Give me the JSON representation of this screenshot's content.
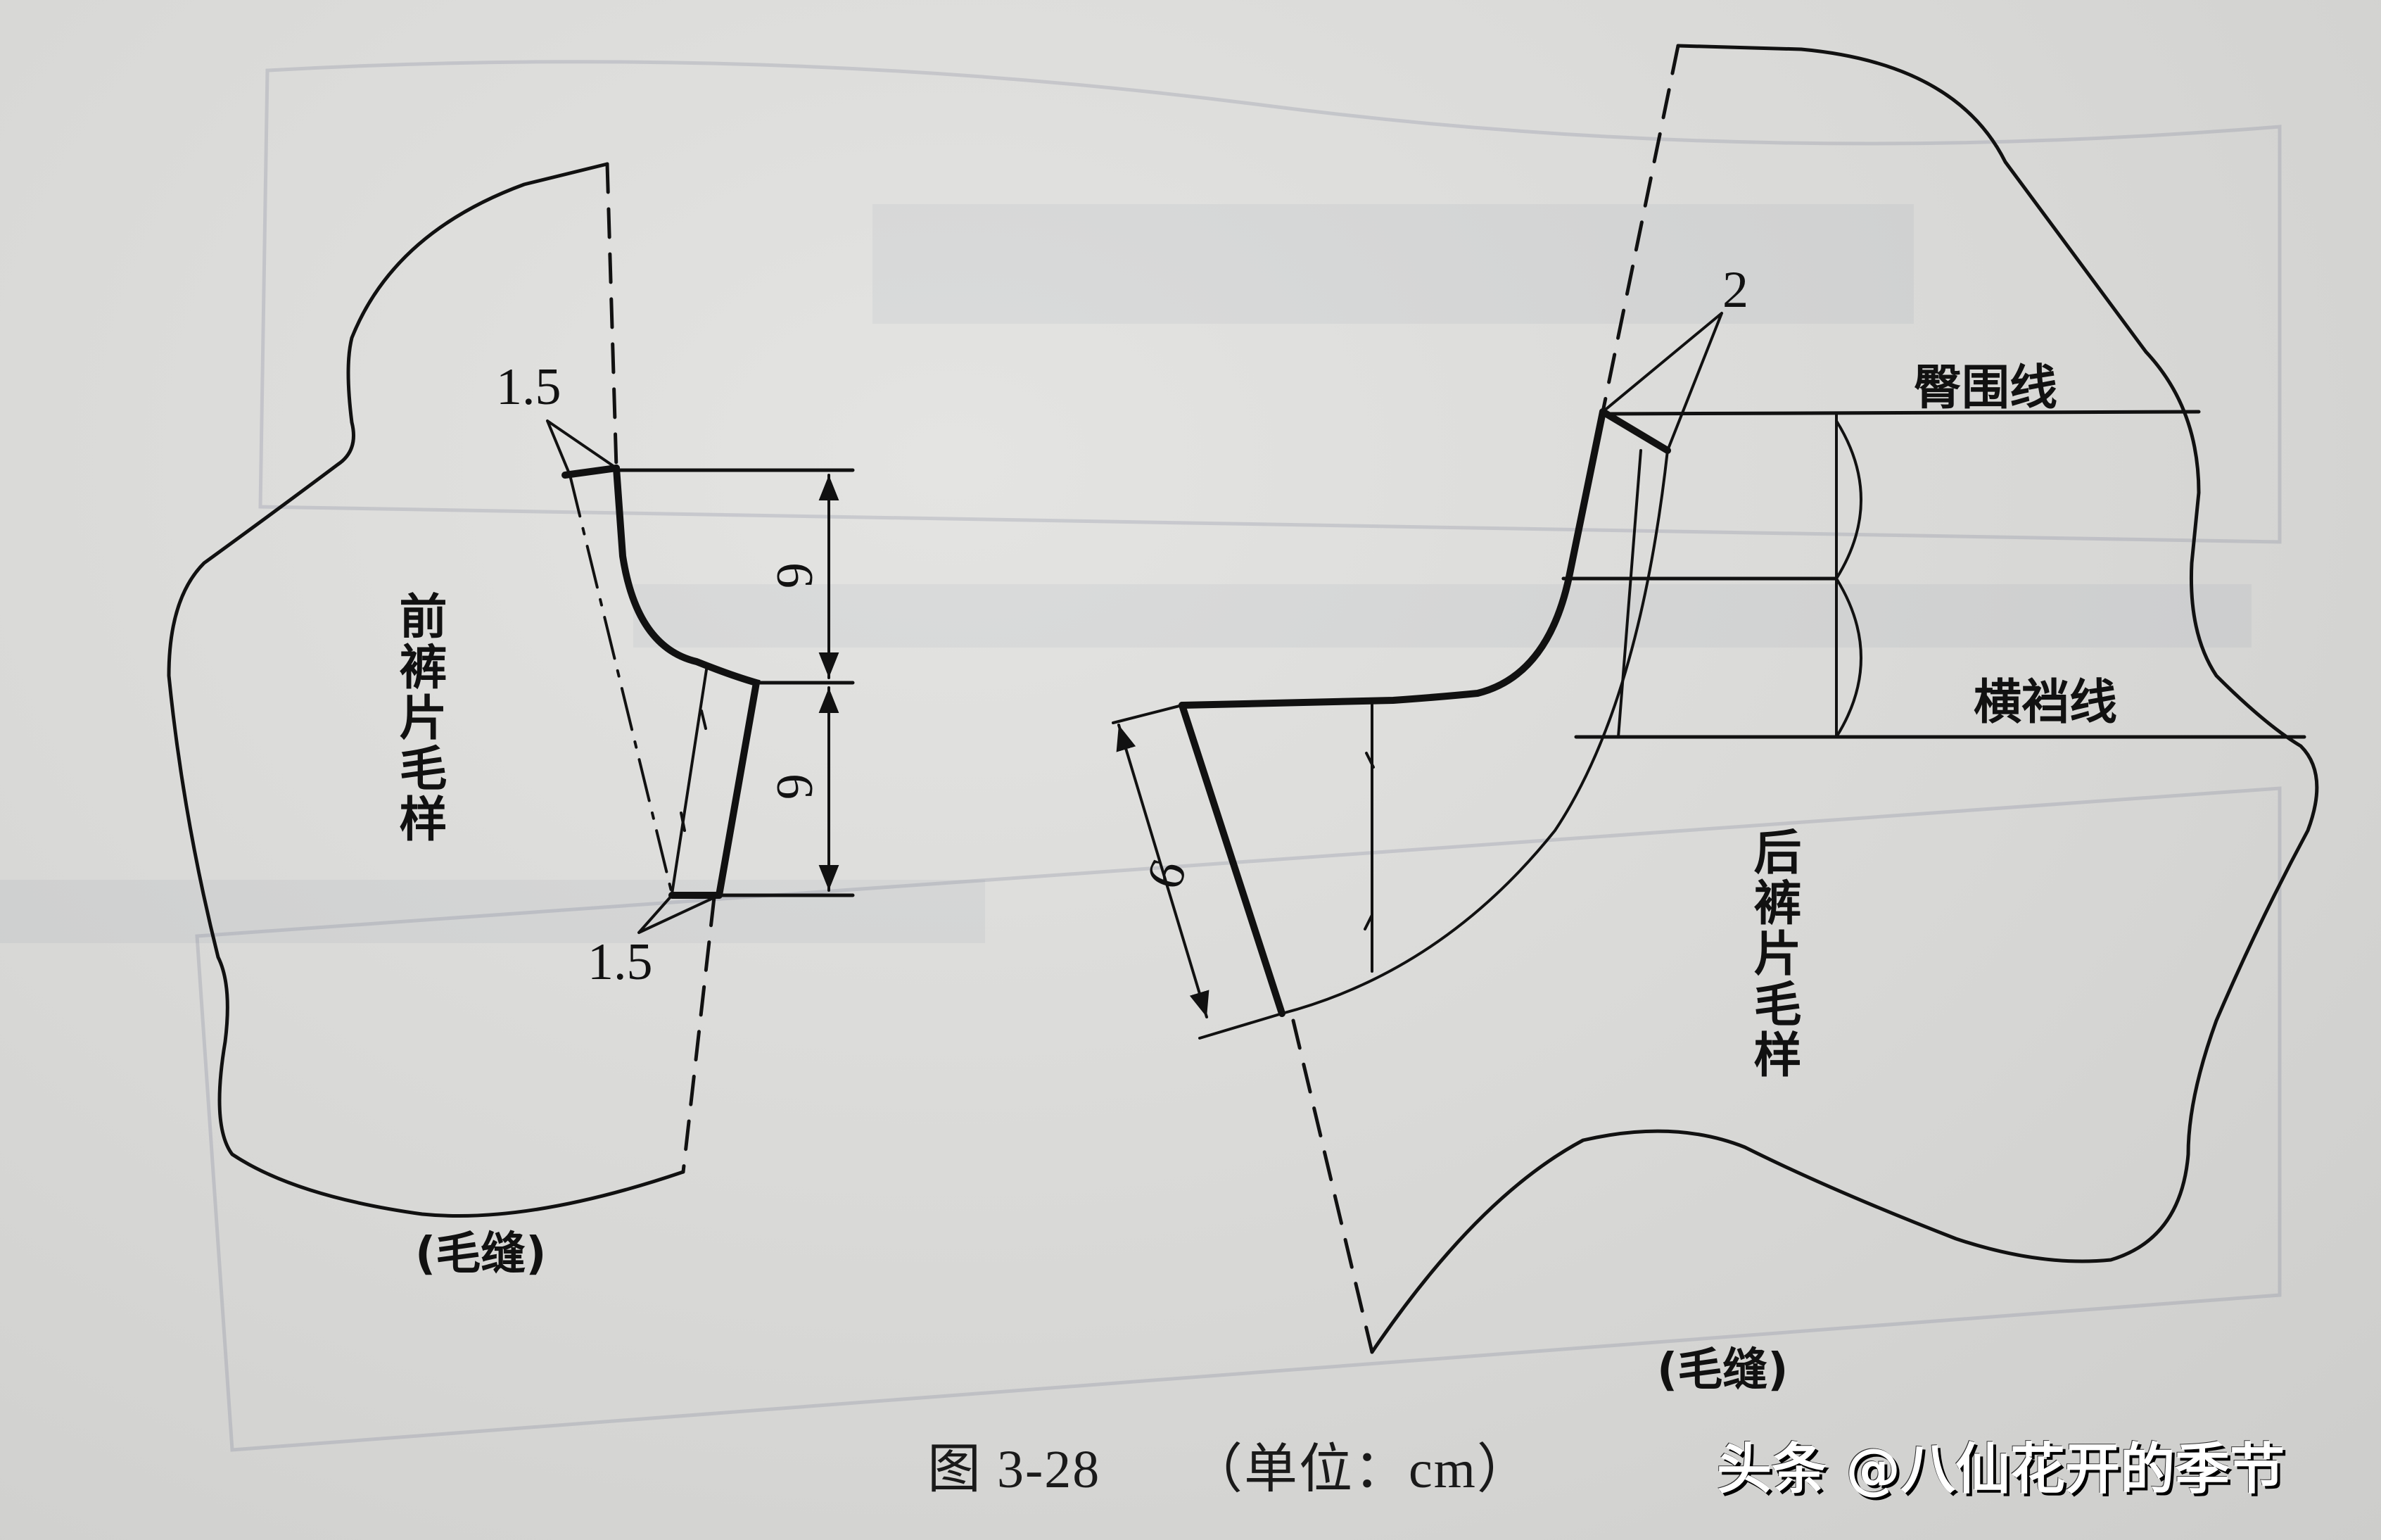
{
  "figure": {
    "number": "图 3-28",
    "unit_note": "（单位：cm）"
  },
  "front_piece": {
    "label": "前裤片毛样",
    "seam_note": "(毛缝)",
    "offset_top": "1.5",
    "offset_bottom": "1.5",
    "dim_upper": "6",
    "dim_lower": "6"
  },
  "back_piece": {
    "label": "后裤片毛样",
    "seam_note": "(毛缝)",
    "offset_top": "2",
    "hip_line": "臀围线",
    "crotch_line": "横裆线",
    "dim_piece": "6"
  },
  "watermark": "头条 @八仙花开的季节",
  "colors": {
    "paper": "#d9d9d7",
    "ink": "#111111",
    "ghost_print": "#5a6482"
  }
}
